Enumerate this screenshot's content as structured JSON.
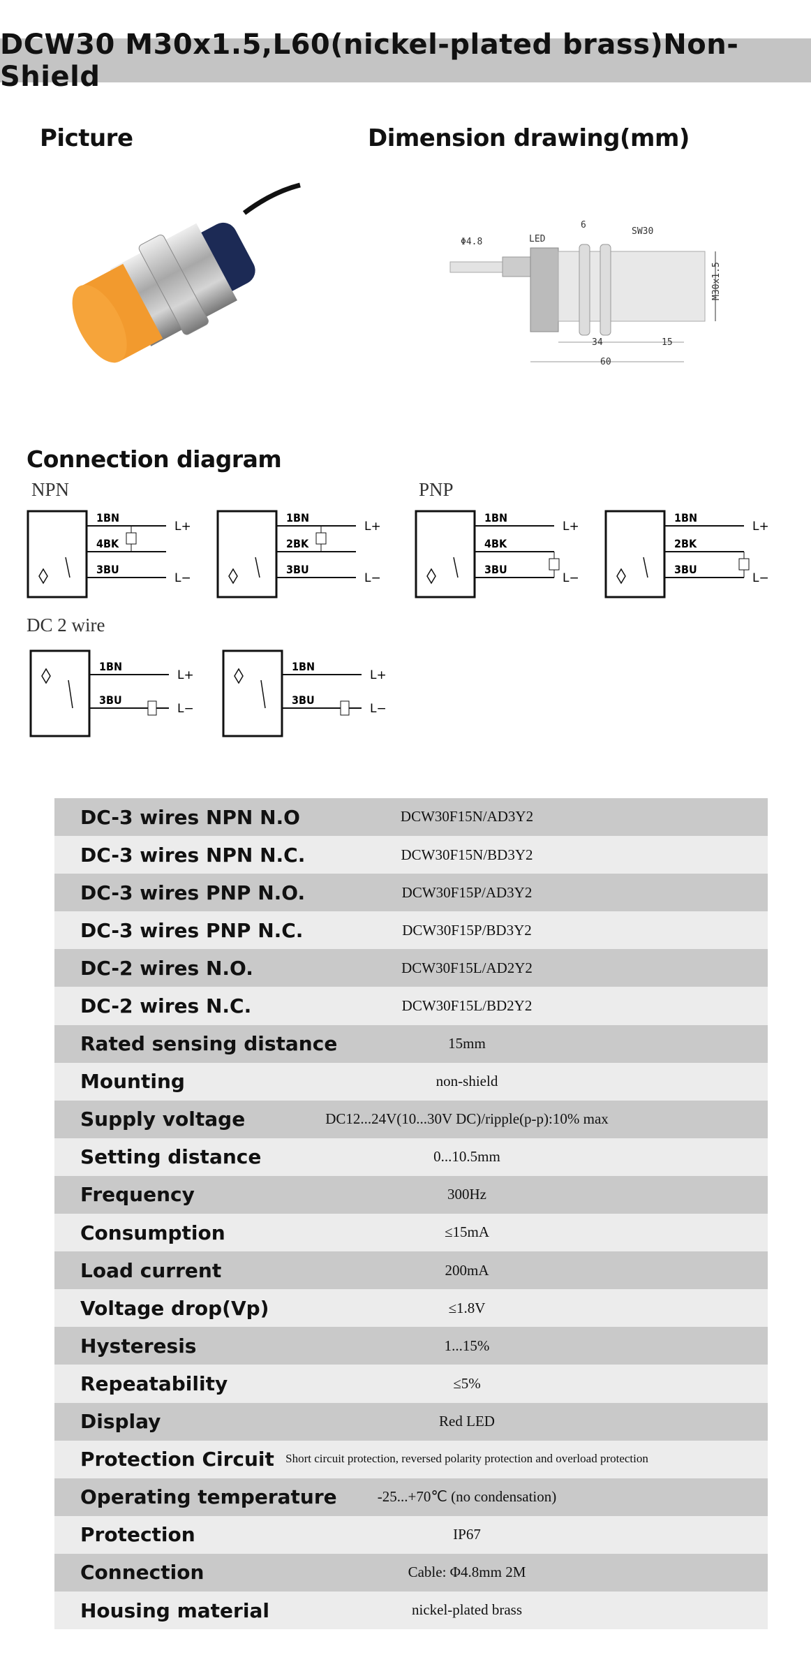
{
  "title": "DCW30  M30x1.5,L60(nickel-plated brass)Non-Shield",
  "sections": {
    "picture": "Picture",
    "dimension": "Dimension drawing(mm)",
    "connection": "Connection diagram"
  },
  "dimension_labels": {
    "cable": "Φ4.8",
    "led": "LED",
    "nut": "6",
    "wrench": "SW30",
    "thread": "M30x1.5",
    "d34": "34",
    "d15": "15",
    "d60": "60"
  },
  "connection": {
    "npn": "NPN",
    "pnp": "PNP",
    "dc2": "DC 2 wire",
    "diagrams": [
      {
        "type": "npn",
        "wires": [
          "1BN",
          "4BK",
          "3BU"
        ],
        "ends": [
          "L+",
          "L−"
        ]
      },
      {
        "type": "npn",
        "wires": [
          "1BN",
          "2BK",
          "3BU"
        ],
        "ends": [
          "L+",
          "L−"
        ]
      },
      {
        "type": "pnp",
        "wires": [
          "1BN",
          "4BK",
          "3BU"
        ],
        "ends": [
          "L+",
          "L−"
        ]
      },
      {
        "type": "pnp",
        "wires": [
          "1BN",
          "2BK",
          "3BU"
        ],
        "ends": [
          "L+",
          "L−"
        ]
      },
      {
        "type": "dc2",
        "wires": [
          "1BN",
          "3BU"
        ],
        "ends": [
          "L+",
          "L−"
        ]
      },
      {
        "type": "dc2",
        "wires": [
          "1BN",
          "3BU"
        ],
        "ends": [
          "L+",
          "L−"
        ]
      }
    ]
  },
  "specs": [
    [
      "DC-3 wires NPN N.O",
      "DCW30F15N/AD3Y2"
    ],
    [
      "DC-3 wires NPN N.C.",
      "DCW30F15N/BD3Y2"
    ],
    [
      "DC-3 wires PNP N.O.",
      "DCW30F15P/AD3Y2"
    ],
    [
      "DC-3 wires PNP N.C.",
      "DCW30F15P/BD3Y2"
    ],
    [
      "DC-2 wires N.O.",
      "DCW30F15L/AD2Y2"
    ],
    [
      "DC-2 wires N.C.",
      "DCW30F15L/BD2Y2"
    ],
    [
      "Rated sensing distance",
      "15mm"
    ],
    [
      "Mounting",
      "non-shield"
    ],
    [
      "Supply voltage",
      "DC12...24V(10...30V DC)/ripple(p-p):10% max"
    ],
    [
      "Setting distance",
      "0...10.5mm"
    ],
    [
      "Frequency",
      "300Hz"
    ],
    [
      "Consumption",
      "≤15mA"
    ],
    [
      "Load current",
      "200mA"
    ],
    [
      "Voltage drop(Vp)",
      "≤1.8V"
    ],
    [
      "Hysteresis",
      "1...15%"
    ],
    [
      "Repeatability",
      "≤5%"
    ],
    [
      "Display",
      "Red LED"
    ],
    [
      "Protection Circuit",
      "Short circuit protection, reversed polarity protection and overload protection"
    ],
    [
      "Operating temperature",
      "-25...+70℃ (no condensation)"
    ],
    [
      "Protection",
      "IP67"
    ],
    [
      "Connection",
      "Cable: Φ4.8mm 2M"
    ],
    [
      "Housing material",
      "nickel-plated brass"
    ]
  ]
}
